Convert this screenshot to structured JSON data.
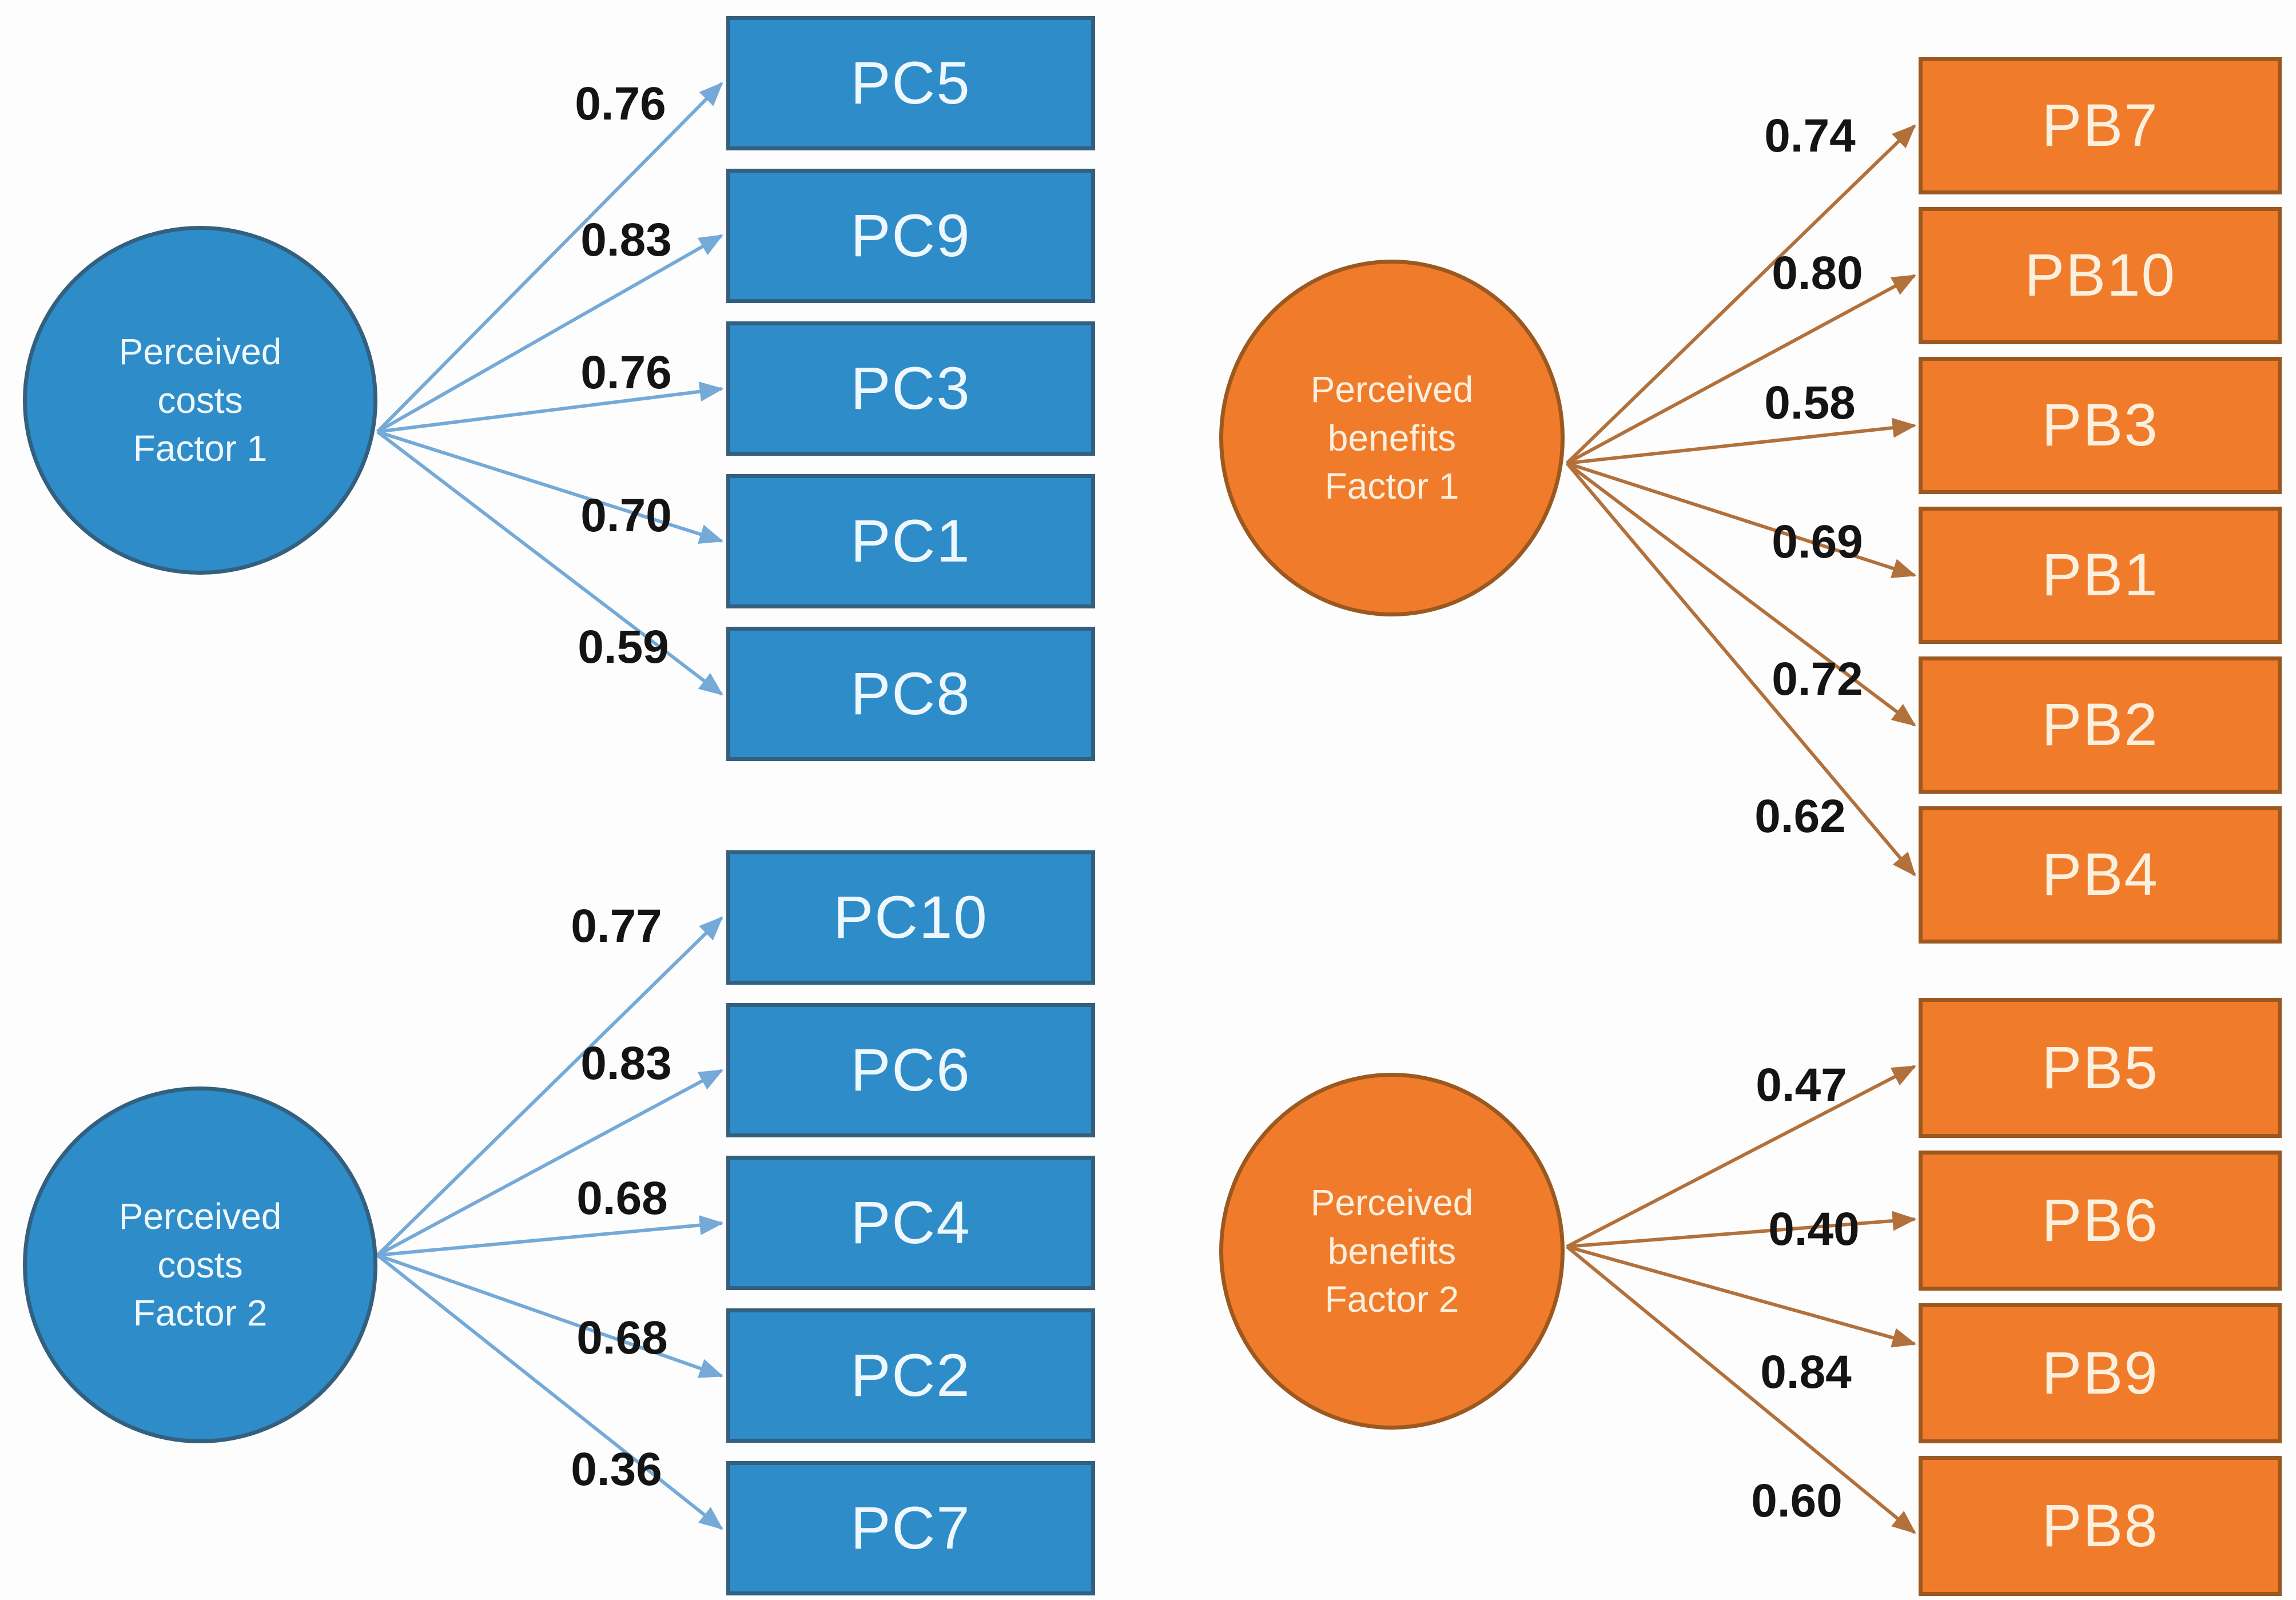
{
  "colors": {
    "background": "#FDFDFD",
    "blue_fill": "#2E8CC9",
    "blue_border": "#33607F",
    "blue_arrow": "#74A9D8",
    "blue_text": "#EDF7FC",
    "orange_fill": "#F07C2B",
    "orange_border": "#9C591F",
    "orange_arrow": "#B2703B",
    "orange_text": "#FBEFDD",
    "number_color": "#141414"
  },
  "groups": [
    {
      "name": "Perceived costs Factor 1",
      "factor_lines": [
        "Perceived",
        "costs",
        "Factor 1"
      ],
      "indicators": [
        {
          "label": "PC5",
          "loading": "0.76"
        },
        {
          "label": "PC9",
          "loading": "0.83"
        },
        {
          "label": "PC3",
          "loading": "0.76"
        },
        {
          "label": "PC1",
          "loading": "0.70"
        },
        {
          "label": "PC8",
          "loading": "0.59"
        }
      ]
    },
    {
      "name": "Perceived costs Factor 2",
      "factor_lines": [
        "Perceived",
        "costs",
        "Factor 2"
      ],
      "indicators": [
        {
          "label": "PC10",
          "loading": "0.77"
        },
        {
          "label": "PC6",
          "loading": "0.83"
        },
        {
          "label": "PC4",
          "loading": "0.68"
        },
        {
          "label": "PC2",
          "loading": "0.68"
        },
        {
          "label": "PC7",
          "loading": "0.36"
        }
      ]
    },
    {
      "name": "Perceived benefits Factor 1",
      "factor_lines": [
        "Perceived",
        "benefits",
        "Factor 1"
      ],
      "indicators": [
        {
          "label": "PB7",
          "loading": "0.74"
        },
        {
          "label": "PB10",
          "loading": "0.80"
        },
        {
          "label": "PB3",
          "loading": "0.58"
        },
        {
          "label": "PB1",
          "loading": "0.69"
        },
        {
          "label": "PB2",
          "loading": "0.72"
        },
        {
          "label": "PB4",
          "loading": "0.62"
        }
      ]
    },
    {
      "name": "Perceived benefits Factor 2",
      "factor_lines": [
        "Perceived",
        "benefits",
        "Factor 2"
      ],
      "indicators": [
        {
          "label": "PB5",
          "loading": "0.47"
        },
        {
          "label": "PB6",
          "loading": "0.40"
        },
        {
          "label": "PB9",
          "loading": "0.84"
        },
        {
          "label": "PB8",
          "loading": "0.60"
        }
      ]
    }
  ]
}
